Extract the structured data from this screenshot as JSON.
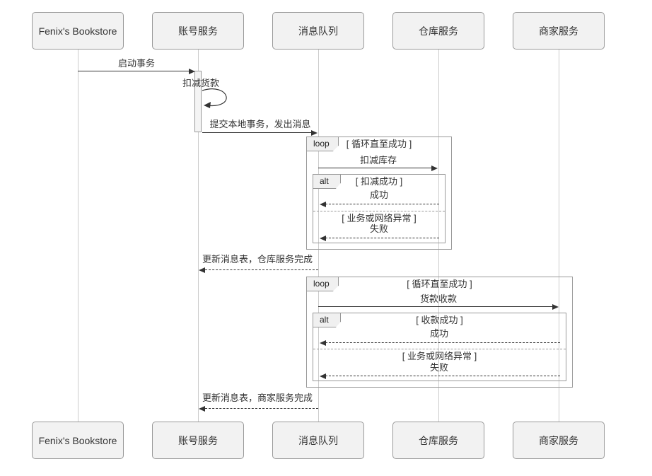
{
  "diagram": {
    "kind": "uml-sequence-diagram",
    "participants": [
      {
        "id": "bookstore",
        "label": "Fenix's Bookstore"
      },
      {
        "id": "account",
        "label": "账号服务"
      },
      {
        "id": "mq",
        "label": "消息队列"
      },
      {
        "id": "warehouse",
        "label": "仓库服务"
      },
      {
        "id": "merchant",
        "label": "商家服务"
      }
    ],
    "messages": {
      "start_tx": {
        "label": "启动事务",
        "from": "bookstore",
        "to": "account",
        "style": "solid"
      },
      "deduct_payment": {
        "label": "扣减货款",
        "from": "account",
        "to": "account",
        "style": "self"
      },
      "commit_local": {
        "label": "提交本地事务，发出消息",
        "from": "account",
        "to": "mq",
        "style": "solid"
      },
      "deduct_stock": {
        "label": "扣减库存",
        "from": "mq",
        "to": "warehouse",
        "style": "solid"
      },
      "stock_success": {
        "label": "成功",
        "from": "warehouse",
        "to": "mq",
        "style": "dashed"
      },
      "stock_fail": {
        "label": "失败",
        "from": "warehouse",
        "to": "mq",
        "style": "dashed"
      },
      "update_msg_warehouse": {
        "label": "更新消息表，仓库服务完成",
        "from": "mq",
        "to": "account",
        "style": "dashed"
      },
      "collect_payment": {
        "label": "货款收款",
        "from": "mq",
        "to": "merchant",
        "style": "solid"
      },
      "collect_success": {
        "label": "成功",
        "from": "merchant",
        "to": "mq",
        "style": "dashed"
      },
      "collect_fail": {
        "label": "失败",
        "from": "merchant",
        "to": "mq",
        "style": "dashed"
      },
      "update_msg_merchant": {
        "label": "更新消息表，商家服务完成",
        "from": "mq",
        "to": "account",
        "style": "dashed"
      }
    },
    "fragments": {
      "loop1": {
        "operator": "loop",
        "condition": "[ 循环直至成功 ]"
      },
      "alt1": {
        "operator": "alt",
        "condition": "[ 扣减成功 ]",
        "else_condition": "[ 业务或网络异常 ]"
      },
      "loop2": {
        "operator": "loop",
        "condition": "[ 循环直至成功 ]"
      },
      "alt2": {
        "operator": "alt",
        "condition": "[ 收款成功 ]",
        "else_condition": "[ 业务或网络异常 ]"
      }
    },
    "colors": {
      "participant_fill": "#f2f2f2",
      "participant_border": "#999999",
      "frame_border": "#999999",
      "frame_tab_fill": "#f0f0f0",
      "message_line": "#333333",
      "lifeline": "#cccccc",
      "text": "#333333",
      "background": "#ffffff"
    }
  }
}
